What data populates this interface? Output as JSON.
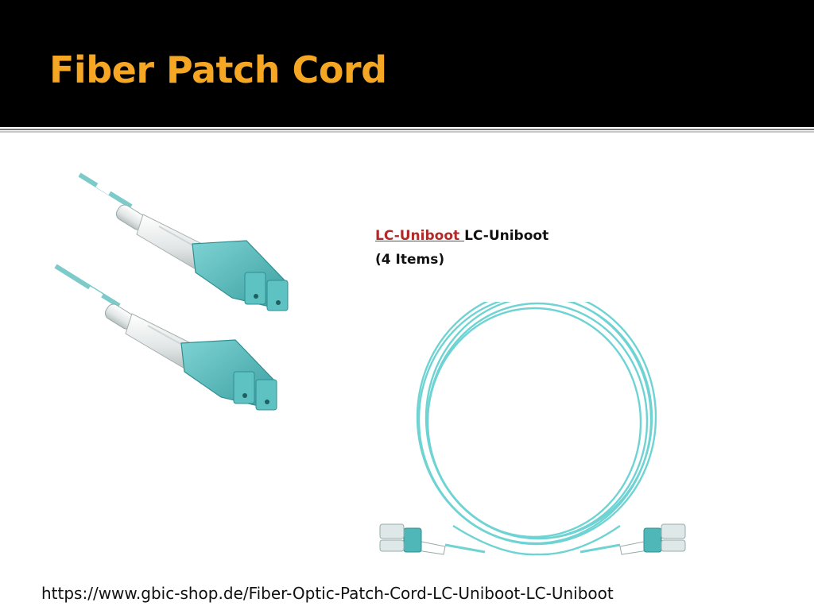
{
  "slide": {
    "title": "Fiber Patch Cord",
    "caption": {
      "link_text": "LC-Uniboot ",
      "text": "LC-Uniboot",
      "count": "(4 Items)"
    },
    "source_url": "https://www.gbic-shop.de/Fiber-Optic-Patch-Cord-LC-Uniboot-LC-Uniboot"
  },
  "colors": {
    "title": "#f5a623",
    "link": "#b02a2a",
    "cable_aqua": "#6fd3d3",
    "connector_aqua": "#4fb7b8"
  },
  "images": [
    {
      "name": "lc-uniboot-connectors-photo"
    },
    {
      "name": "coiled-patch-cord-photo"
    }
  ]
}
